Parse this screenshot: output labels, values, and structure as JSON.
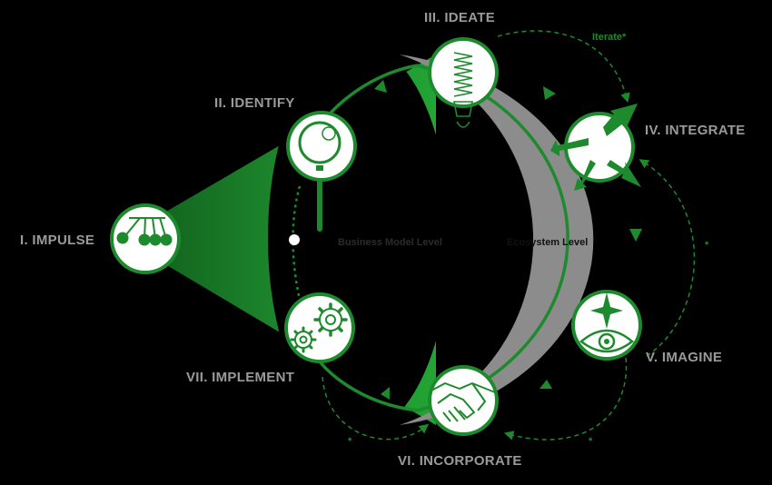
{
  "colors": {
    "background": "#000000",
    "accent": "#1e8a2e",
    "accent_dark": "#0d5416",
    "ecosystem": "#8c8c8c",
    "stage_label": "#9a9a9a",
    "white": "#ffffff"
  },
  "stages": [
    {
      "id": "impulse",
      "label": "I. IMPULSE",
      "icon": "newtons-cradle-icon"
    },
    {
      "id": "identify",
      "label": "II. IDENTIFY",
      "icon": "magnifier-icon"
    },
    {
      "id": "ideate",
      "label": "III. IDEATE",
      "icon": "spring-bulb-icon"
    },
    {
      "id": "integrate",
      "label": "IV. INTEGRATE",
      "icon": "converging-arrows-icon"
    },
    {
      "id": "imagine",
      "label": "V. IMAGINE",
      "icon": "eye-star-icon"
    },
    {
      "id": "incorporate",
      "label": "VI. INCORPORATE",
      "icon": "handshake-icon"
    },
    {
      "id": "implement",
      "label": "VII. IMPLEMENT",
      "icon": "gears-icon"
    }
  ],
  "levels": {
    "business_model": "Business Model Level",
    "ecosystem": "Ecosystem Level"
  },
  "iterate": {
    "label": "Iterate*",
    "asterisk": "*"
  }
}
